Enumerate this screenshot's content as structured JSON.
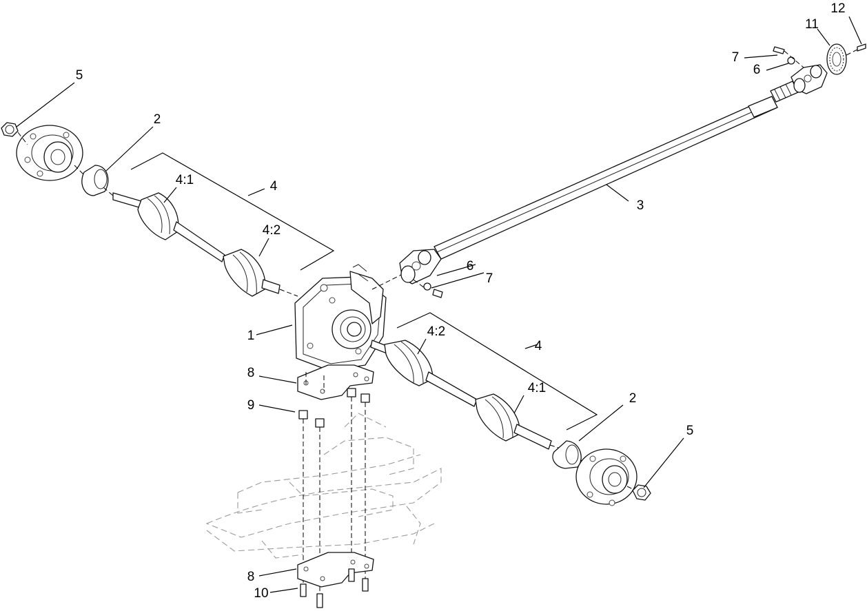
{
  "callouts": {
    "left_hub_nut": "5",
    "left_bearing": "2",
    "left_axle_group": "4",
    "left_axle_outer_joint": "4:1",
    "left_axle_inner_joint": "4:2",
    "driveshaft": "3",
    "gearbox": "1",
    "center_cross_bolt_washer": "6",
    "center_cross_bolt": "7",
    "right_axle_inner_joint": "4:2",
    "right_axle_group": "4",
    "right_axle_outer_joint": "4:1",
    "right_bearing": "2",
    "right_hub_nut": "5",
    "upper_mount_plate": "8",
    "spacer": "9",
    "lower_mount_plate": "8",
    "mount_bolt": "10",
    "rear_cross_bolt": "7",
    "rear_cross_bolt_washer": "6",
    "tone_ring": "11",
    "tone_ring_screw": "12"
  }
}
